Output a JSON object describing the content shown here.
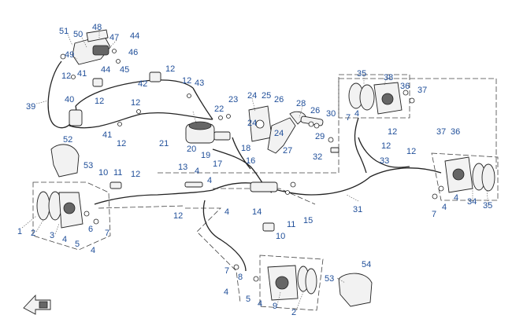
{
  "callouts": [
    {
      "label": "51"
    },
    {
      "label": "50"
    },
    {
      "label": "48"
    },
    {
      "label": "47"
    },
    {
      "label": "44"
    },
    {
      "label": "49"
    },
    {
      "label": "46"
    },
    {
      "label": "44"
    },
    {
      "label": "45"
    },
    {
      "label": "12"
    },
    {
      "label": "42"
    },
    {
      "label": "12"
    },
    {
      "label": "41"
    },
    {
      "label": "12"
    },
    {
      "label": "43"
    },
    {
      "label": "40"
    },
    {
      "label": "12"
    },
    {
      "label": "39"
    },
    {
      "label": "12"
    },
    {
      "label": "41"
    },
    {
      "label": "12"
    },
    {
      "label": "22"
    },
    {
      "label": "23"
    },
    {
      "label": "24"
    },
    {
      "label": "25"
    },
    {
      "label": "26"
    },
    {
      "label": "28"
    },
    {
      "label": "26"
    },
    {
      "label": "30"
    },
    {
      "label": "24"
    },
    {
      "label": "24"
    },
    {
      "label": "29"
    },
    {
      "label": "27"
    },
    {
      "label": "32"
    },
    {
      "label": "21"
    },
    {
      "label": "20"
    },
    {
      "label": "19"
    },
    {
      "label": "18"
    },
    {
      "label": "17"
    },
    {
      "label": "16"
    },
    {
      "label": "52"
    },
    {
      "label": "53"
    },
    {
      "label": "13"
    },
    {
      "label": "4"
    },
    {
      "label": "4"
    },
    {
      "label": "10"
    },
    {
      "label": "11"
    },
    {
      "label": "12"
    },
    {
      "label": "14"
    },
    {
      "label": "4"
    },
    {
      "label": "15"
    },
    {
      "label": "12"
    },
    {
      "label": "1"
    },
    {
      "label": "2"
    },
    {
      "label": "3"
    },
    {
      "label": "4"
    },
    {
      "label": "5"
    },
    {
      "label": "6"
    },
    {
      "label": "7"
    },
    {
      "label": "4"
    },
    {
      "label": "11"
    },
    {
      "label": "10"
    },
    {
      "label": "7"
    },
    {
      "label": "8"
    },
    {
      "label": "4"
    },
    {
      "label": "5"
    },
    {
      "label": "4"
    },
    {
      "label": "9"
    },
    {
      "label": "2"
    },
    {
      "label": "53"
    },
    {
      "label": "54"
    },
    {
      "label": "35"
    },
    {
      "label": "38"
    },
    {
      "label": "36"
    },
    {
      "label": "37"
    },
    {
      "label": "7"
    },
    {
      "label": "4"
    },
    {
      "label": "12"
    },
    {
      "label": "12"
    },
    {
      "label": "33"
    },
    {
      "label": "12"
    },
    {
      "label": "31"
    },
    {
      "label": "37"
    },
    {
      "label": "36"
    },
    {
      "label": "4"
    },
    {
      "label": "4"
    },
    {
      "label": "7"
    },
    {
      "label": "34"
    },
    {
      "label": "35"
    }
  ],
  "icons": {
    "direction_arrow": "front-direction-arrow-icon"
  },
  "colors": {
    "callout": "#1f4e99",
    "line": "#222222"
  }
}
